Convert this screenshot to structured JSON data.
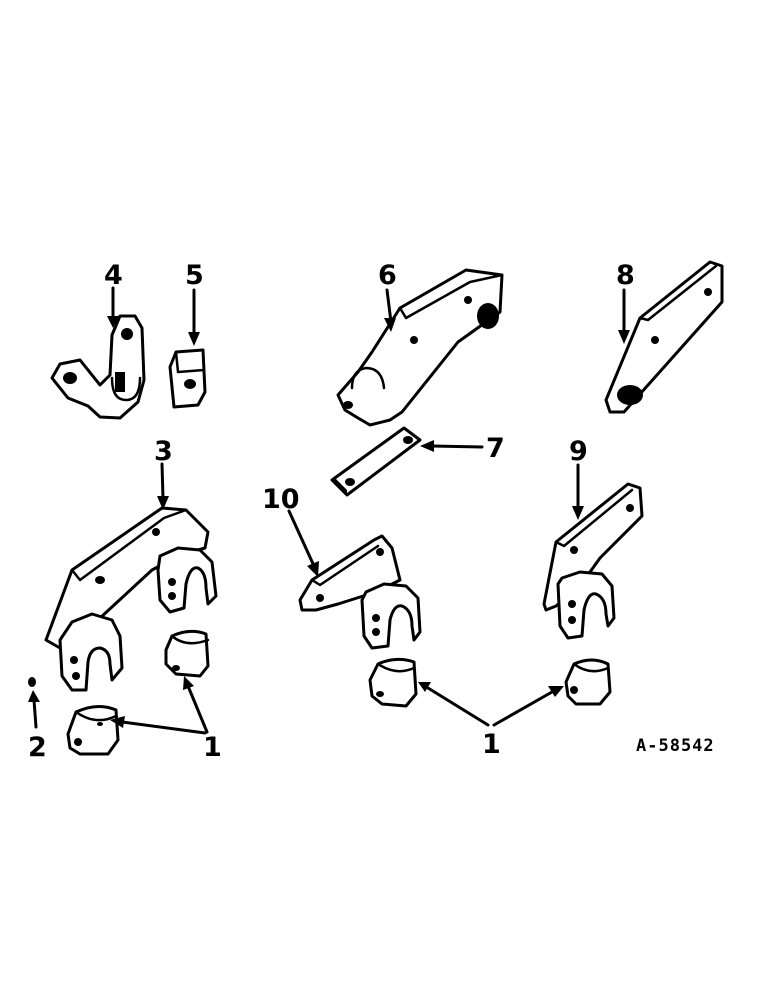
{
  "callouts": {
    "c1a": "1",
    "c1b": "1",
    "c2": "2",
    "c3": "3",
    "c4": "4",
    "c5": "5",
    "c6": "6",
    "c7": "7",
    "c8": "8",
    "c9": "9",
    "c10": "10"
  },
  "reference_number": "A-58542",
  "colors": {
    "ink": "#000000",
    "paper": "#ffffff"
  }
}
